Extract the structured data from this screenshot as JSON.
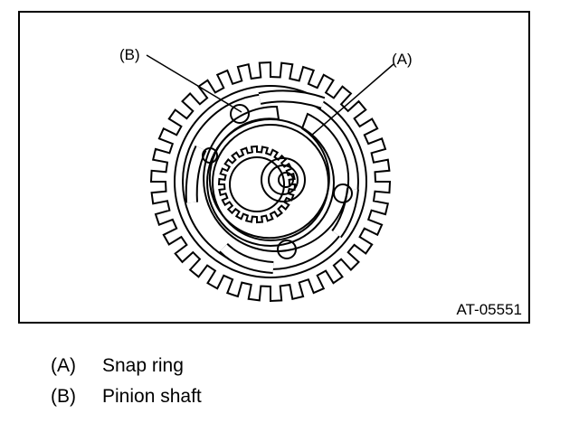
{
  "figure": {
    "code": "AT-05551",
    "callouts": [
      {
        "key": "(B)"
      },
      {
        "key": "(A)"
      }
    ]
  },
  "legend": [
    {
      "key": "(A)",
      "label": "Snap ring"
    },
    {
      "key": "(B)",
      "label": "Pinion shaft"
    }
  ],
  "icons": [
    "gear-assembly-illustration"
  ]
}
